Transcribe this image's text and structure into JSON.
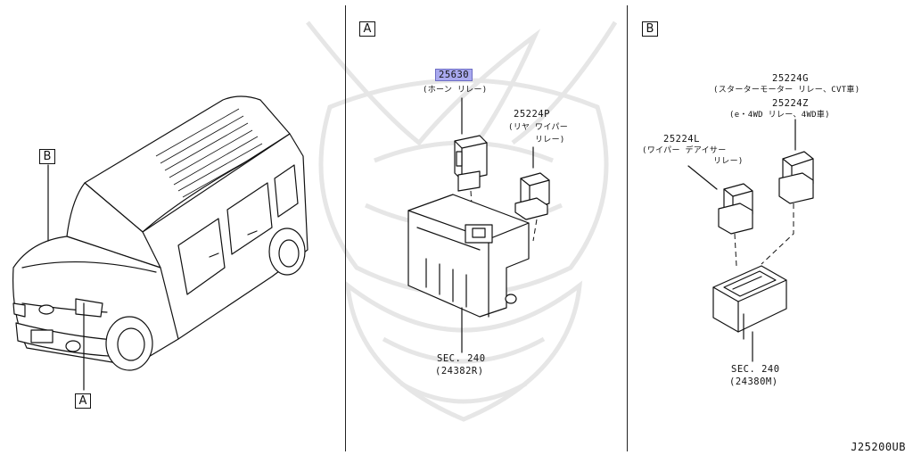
{
  "panels": {
    "a": {
      "letter": "A"
    },
    "b": {
      "letter": "B"
    }
  },
  "overview": {
    "callout_a": "A",
    "callout_b": "B"
  },
  "panel_a": {
    "horn_relay_part": "25630",
    "horn_relay_desc": "(ホーン リレー)",
    "rear_wiper_part": "25224P",
    "rear_wiper_desc_1": "(リヤ ワイパー",
    "rear_wiper_desc_2": "リレー)",
    "sec_ref": "SEC. 240",
    "sec_part": "(24382R)"
  },
  "panel_b": {
    "starter_part": "25224G",
    "starter_desc": "(スターターモーター リレー、CVT車)",
    "e4wd_part": "25224Z",
    "e4wd_desc": "(e・4WD リレー、4WD車)",
    "deicer_part": "25224L",
    "deicer_desc_1": "(ワイパー デアイサー",
    "deicer_desc_2": "リレー)",
    "sec_ref": "SEC. 240",
    "sec_part": "(24380M)"
  },
  "diagram_code": "J25200UB",
  "colors": {
    "highlight": "#a9a9ee",
    "line": "#111111",
    "watermark": "#e6e6e6"
  }
}
